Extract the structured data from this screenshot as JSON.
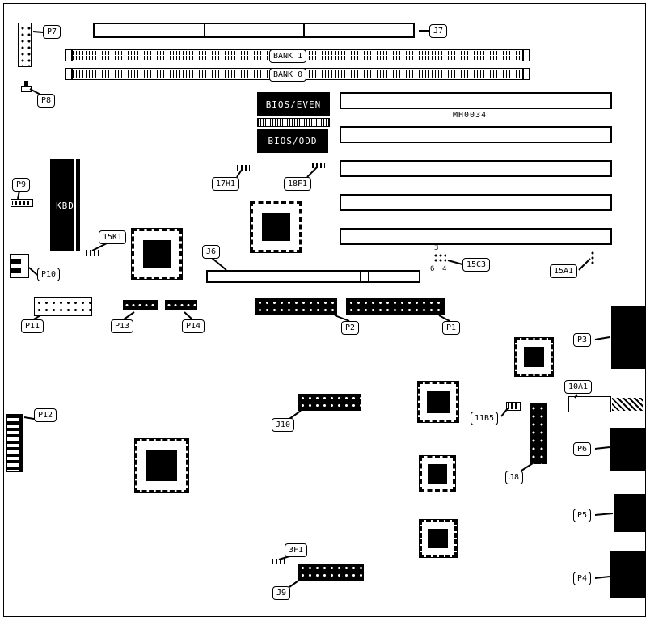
{
  "diagram": {
    "kind": "motherboard-component-location-diagram",
    "board_code": "MH0034",
    "colors": {
      "line": "#000000",
      "chip_fill": "#000000",
      "background": "#ffffff"
    }
  },
  "labels": {
    "p7": "P7",
    "j7": "J7",
    "bank1": "BANK 1",
    "bank0": "BANK 0",
    "p8": "P8",
    "bios_even": "BIOS/EVEN",
    "bios_odd": "BIOS/ODD",
    "mh0034": "MH0034",
    "c17h1": "17H1",
    "c18f1": "18F1",
    "p9": "P9",
    "kbd": "KBD",
    "c15k1": "15K1",
    "j6": "J6",
    "p10": "P10",
    "c15c3": "15C3",
    "pin3": "3",
    "pin6": "6",
    "pin4": "4",
    "c15a1": "15A1",
    "p11": "P11",
    "p13": "P13",
    "p14": "P14",
    "p2": "P2",
    "p1": "P1",
    "p3": "P3",
    "c10a1": "10A1",
    "p12": "P12",
    "j10": "J10",
    "c11b5": "11B5",
    "j8": "J8",
    "p6": "P6",
    "p5": "P5",
    "p4": "P4",
    "c3f1": "3F1",
    "j9": "J9"
  }
}
